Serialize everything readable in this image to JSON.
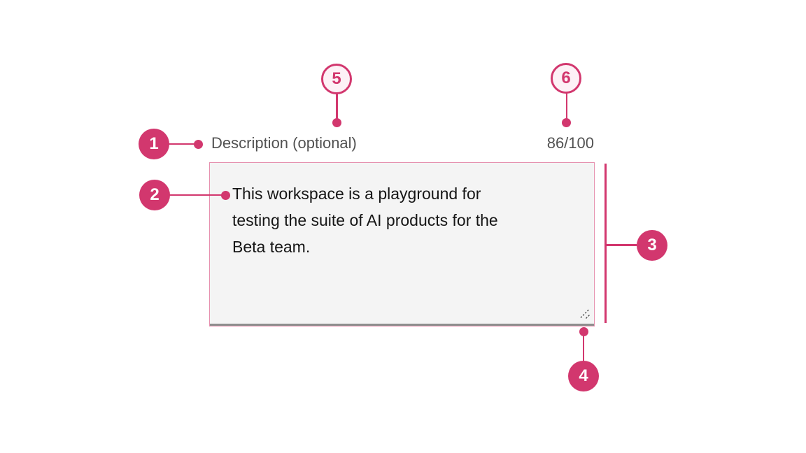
{
  "component": {
    "label": "Description (optional)",
    "char_counter": "86/100",
    "value": "This workspace is a playground for\ntesting the suite of AI products for the\nBeta team."
  },
  "callouts": [
    {
      "number": "1",
      "target": "label",
      "style": "filled"
    },
    {
      "number": "2",
      "target": "entered-text",
      "style": "filled"
    },
    {
      "number": "3",
      "target": "field",
      "style": "filled"
    },
    {
      "number": "4",
      "target": "resize-handle",
      "style": "filled"
    },
    {
      "number": "5",
      "target": "optional-indicator",
      "style": "outlined"
    },
    {
      "number": "6",
      "target": "character-counter",
      "style": "outlined"
    }
  ],
  "colors": {
    "annotation_magenta": "#d2376e",
    "annotation_light_fill": "#fdf1f6",
    "field_background": "#f4f4f4",
    "field_border_bottom": "#8d8d8d",
    "label_text": "#525252",
    "value_text": "#161616"
  }
}
